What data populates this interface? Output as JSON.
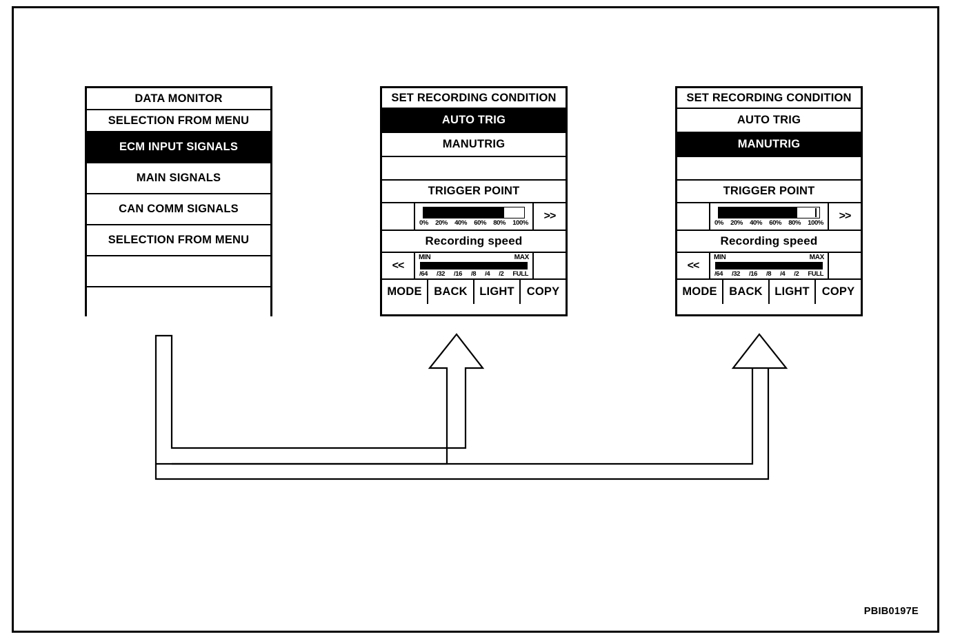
{
  "figure": {
    "id_label": "PBIB0197E"
  },
  "left_screen": {
    "name": "DATA MONITOR menu screen",
    "rows": [
      {
        "label": "DATA MONITOR",
        "selected": false
      },
      {
        "label": "SELECTION FROM MENU",
        "selected": false
      },
      {
        "label": "ECM INPUT SIGNALS",
        "selected": true
      },
      {
        "label": "MAIN SIGNALS",
        "selected": false
      },
      {
        "label": "CAN COMM SIGNALS",
        "selected": false
      },
      {
        "label": "SELECTION FROM MENU",
        "selected": false
      },
      {
        "label": "",
        "selected": false
      },
      {
        "label": "",
        "selected": false
      }
    ]
  },
  "mid_screen": {
    "title": "SET RECORDING CONDITION",
    "trigger_options": [
      {
        "label": "AUTO TRIG",
        "selected": true
      },
      {
        "label": "MANUTRIG",
        "selected": false
      }
    ],
    "blank_row": "",
    "trigger_point": {
      "header": "TRIGGER POINT",
      "left_key": "",
      "right_key": ">>",
      "fill_percent": 80,
      "tick_percent": null,
      "scale": [
        "0%",
        "20%",
        "40%",
        "60%",
        "80%",
        "100%"
      ]
    },
    "recording_speed": {
      "header": "Recording speed",
      "left_key": "<<",
      "right_key": "",
      "min_label": "MIN",
      "max_label": "MAX",
      "fill_percent": 100,
      "scale": [
        "/64",
        "/32",
        "/16",
        "/8",
        "/4",
        "/2",
        "FULL"
      ]
    },
    "soft_keys": [
      "MODE",
      "BACK",
      "LIGHT",
      "COPY"
    ]
  },
  "right_screen": {
    "title": "SET RECORDING CONDITION",
    "trigger_options": [
      {
        "label": "AUTO TRIG",
        "selected": false
      },
      {
        "label": "MANUTRIG",
        "selected": true
      }
    ],
    "blank_row": "",
    "trigger_point": {
      "header": "TRIGGER POINT",
      "left_key": "",
      "right_key": ">>",
      "fill_percent": 78,
      "tick_percent": 96,
      "scale": [
        "0%",
        "20%",
        "40%",
        "60%",
        "80%",
        "100%"
      ]
    },
    "recording_speed": {
      "header": "Recording speed",
      "left_key": "<<",
      "right_key": "",
      "min_label": "MIN",
      "max_label": "MAX",
      "fill_percent": 100,
      "scale": [
        "/64",
        "/32",
        "/16",
        "/8",
        "/4",
        "/2",
        "FULL"
      ]
    },
    "soft_keys": [
      "MODE",
      "BACK",
      "LIGHT",
      "COPY"
    ]
  },
  "colors": {
    "ink": "#000000",
    "paper": "#ffffff"
  }
}
